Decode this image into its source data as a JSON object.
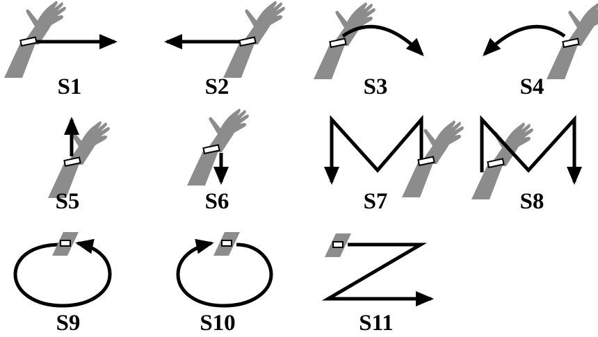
{
  "gestures": [
    {
      "label": "S1"
    },
    {
      "label": "S2"
    },
    {
      "label": "S3"
    },
    {
      "label": "S4"
    },
    {
      "label": "S5"
    },
    {
      "label": "S6"
    },
    {
      "label": "S7"
    },
    {
      "label": "S8"
    },
    {
      "label": "S9"
    },
    {
      "label": "S10"
    },
    {
      "label": "S11"
    }
  ],
  "colors": {
    "arm": "#8c8c8c",
    "stroke": "#000000",
    "band": "#ffffff",
    "background": "#ffffff"
  },
  "icons": [
    "hand-wristband-icon",
    "arrow-icon"
  ]
}
